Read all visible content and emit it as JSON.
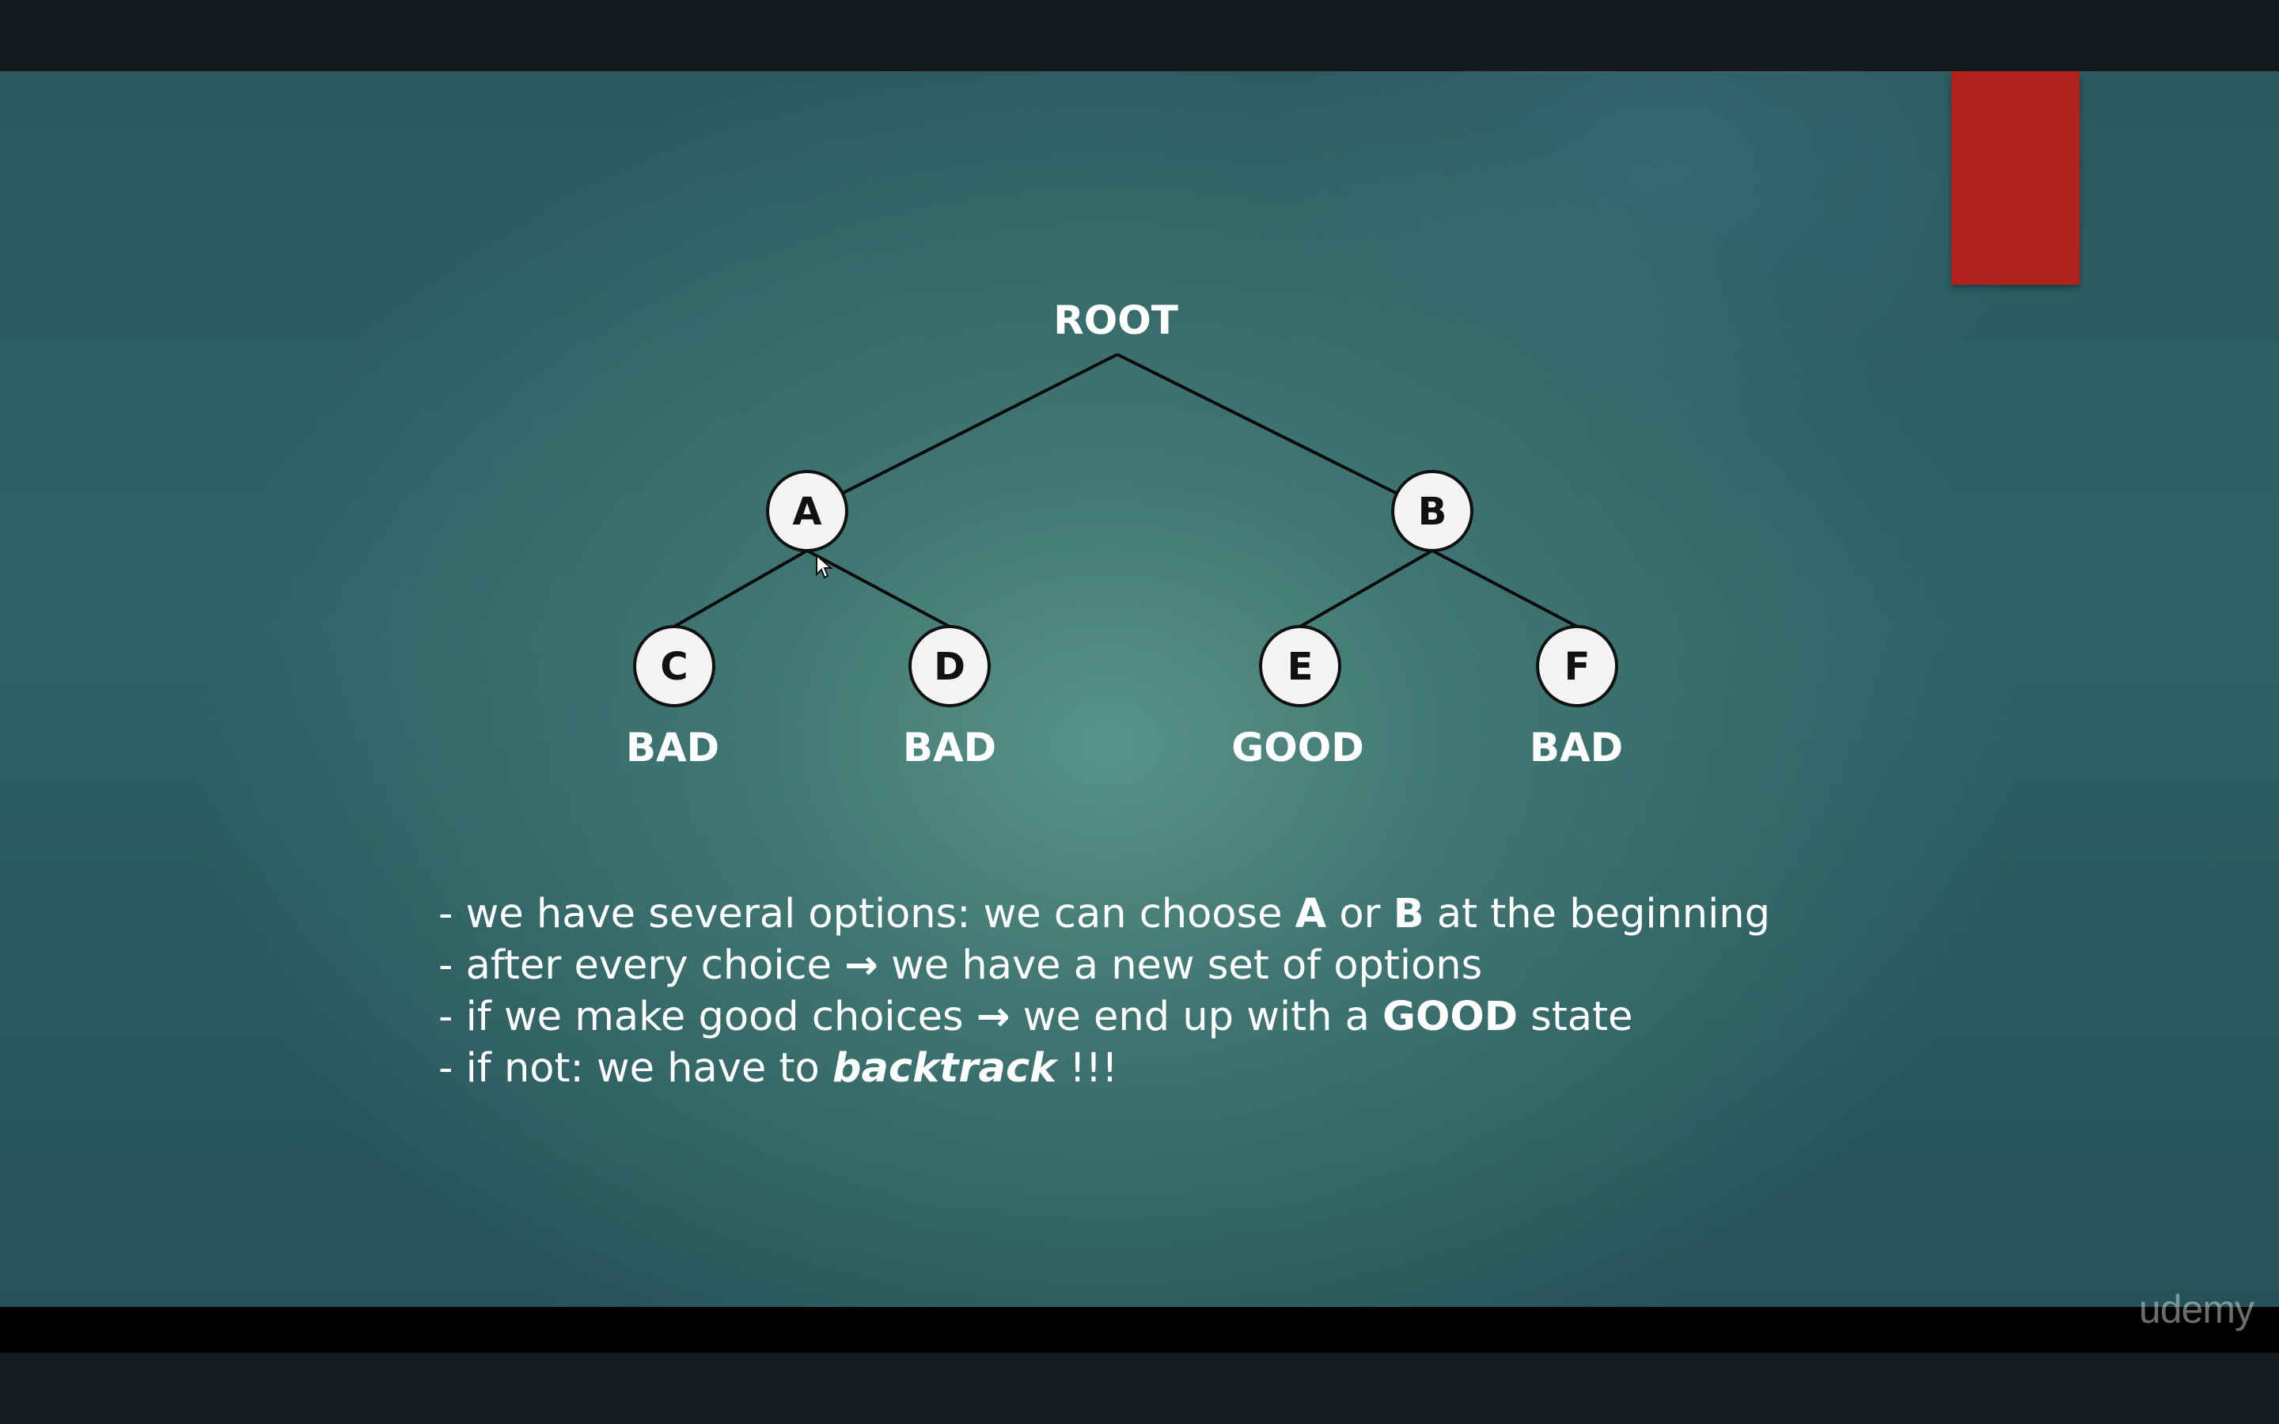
{
  "slide": {
    "tree": {
      "root": "ROOT",
      "nodes": {
        "a": "A",
        "b": "B",
        "c": "C",
        "d": "D",
        "e": "E",
        "f": "F"
      },
      "states": {
        "c": "BAD",
        "d": "BAD",
        "e": "GOOD",
        "f": "BAD"
      }
    },
    "bullets": [
      {
        "prefix": "- we have several options: we can choose ",
        "b1": "A",
        "mid": " or ",
        "b2": "B",
        "suffix": " at the beginning"
      },
      {
        "prefix": "- after every choice ",
        "arrow": "→",
        "suffix": " we have a new set of options"
      },
      {
        "prefix": "- if we make good choices ",
        "arrow": "→",
        "mid": " we end up with a ",
        "b1": "GOOD",
        "suffix": " state"
      },
      {
        "prefix": "- if not: we have to ",
        "bi": "backtrack",
        "suffix": " !!!"
      }
    ]
  },
  "watermark": "udemy",
  "colors": {
    "accent_tab": "#b1221d",
    "slide_bg": "#3d7a74",
    "node_fill": "#f4f4f4"
  }
}
